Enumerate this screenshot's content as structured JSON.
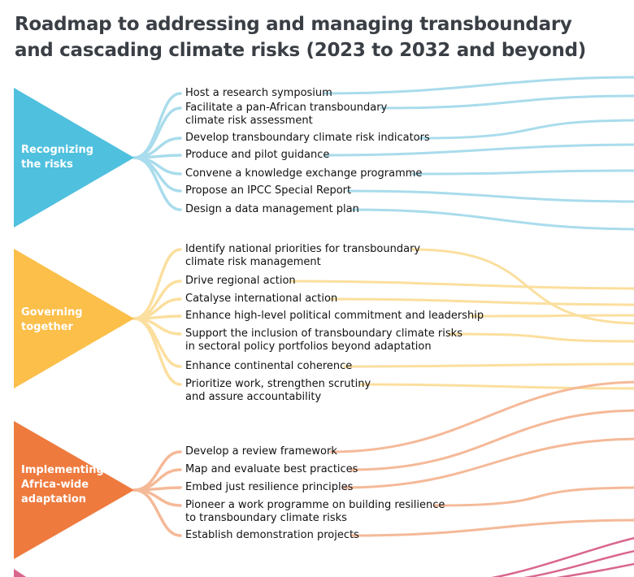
{
  "title_line1": "Roadmap to addressing and managing transboundary",
  "title_line2": "and cascading climate risks (2023 to 2032 and beyond)",
  "pillars": [
    {
      "id": "recognizing",
      "label_line1": "Recognizing",
      "label_line2": "the risks",
      "label_line3": "",
      "color": "#4fc0de",
      "line_color": "#a9dcec",
      "items": [
        [
          "Host a research symposium"
        ],
        [
          "Facilitate a pan-African transboundary",
          "climate risk assessment"
        ],
        [
          "Develop transboundary climate risk indicators"
        ],
        [
          "Produce and pilot guidance"
        ],
        [
          "Convene a knowledge exchange programme"
        ],
        [
          "Propose an IPCC Special Report"
        ],
        [
          "Design a data management plan"
        ]
      ]
    },
    {
      "id": "governing",
      "label_line1": "Governing",
      "label_line2": "together",
      "label_line3": "",
      "color": "#fbbf4a",
      "line_color": "#fbdf9e",
      "items": [
        [
          "Identify national priorities for transboundary",
          "climate risk management"
        ],
        [
          "Drive regional action"
        ],
        [
          "Catalyse international action"
        ],
        [
          "Enhance high-level political commitment and leadership"
        ],
        [
          "Support the inclusion of transboundary climate risks",
          "in sectoral policy portfolios beyond adaptation"
        ],
        [
          "Enhance continental coherence"
        ],
        [
          "Prioritize work, strengthen scrutiny",
          "and assure accountability"
        ]
      ]
    },
    {
      "id": "implementing",
      "label_line1": "Implementing",
      "label_line2": "Africa-wide",
      "label_line3": "adaptation",
      "color": "#ee7a3e",
      "line_color": "#f5b998",
      "items": [
        [
          "Develop a review framework"
        ],
        [
          "Map and evaluate best practices"
        ],
        [
          "Embed just resilience principles"
        ],
        [
          "Pioneer a work programme on building resilience",
          "to transboundary climate risks"
        ],
        [
          "Establish demonstration projects"
        ]
      ]
    }
  ],
  "bottom_stream_color": "#d9668c"
}
